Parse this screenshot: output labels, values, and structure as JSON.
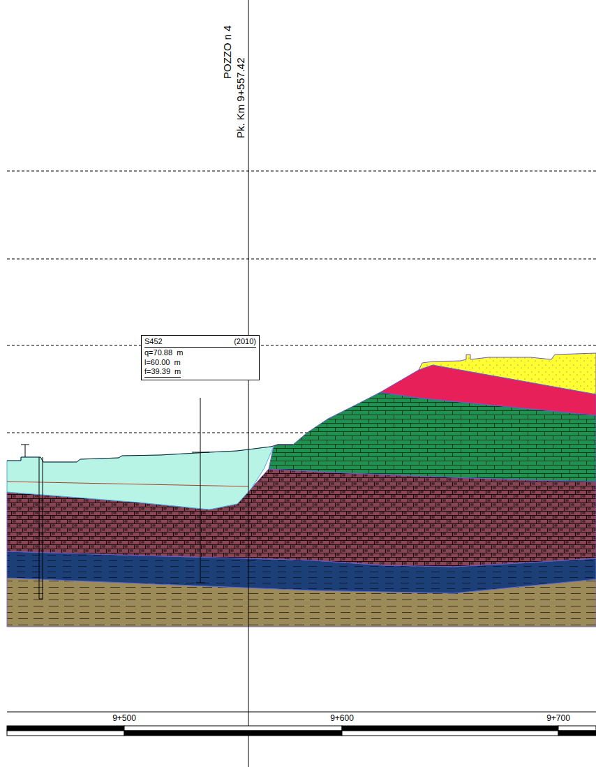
{
  "diagram": {
    "nodes": [
      {
        "text": [
          "S452",
          "(2010)",
          "q=70.88  m",
          "l=60.00  m",
          "f=39.39  m"
        ]
      }
    ],
    "labels": [
      "POZZO n 4",
      "Pk. Km 9+557.42",
      "9+500",
      "9+600",
      "9+700"
    ]
  }
}
